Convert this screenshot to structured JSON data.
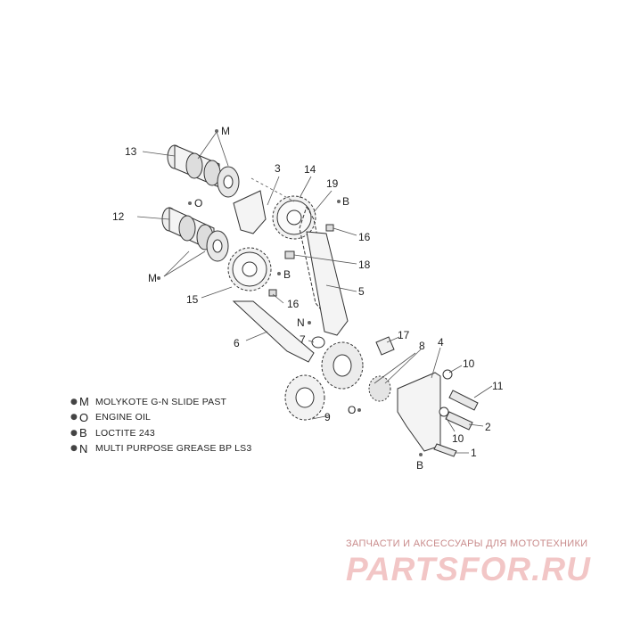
{
  "callouts": {
    "c1": "1",
    "c2": "2",
    "c3": "3",
    "c4": "4",
    "c5": "5",
    "c6": "6",
    "c7": "7",
    "c8": "8",
    "c9": "9",
    "c10a": "10",
    "c10b": "10",
    "c11": "11",
    "c12": "12",
    "c13": "13",
    "c14": "14",
    "c15": "15",
    "c16a": "16",
    "c16b": "16",
    "c17": "17",
    "c18": "18",
    "c19": "19"
  },
  "lube_marks": {
    "m_top": "M",
    "o_top": "O",
    "m_mid": "M",
    "b_16a": "B",
    "b_16b": "B",
    "n_7": "N",
    "o_8": "O",
    "b_1": "B"
  },
  "legend": [
    {
      "letter": "M",
      "text": "MOLYKOTE G-N SLIDE PAST"
    },
    {
      "letter": "O",
      "text": "ENGINE OIL"
    },
    {
      "letter": "B",
      "text": "LOCTITE 243"
    },
    {
      "letter": "N",
      "text": "MULTI PURPOSE GREASE BP LS3"
    }
  ],
  "watermark": {
    "subtitle": "ЗАПЧАСТИ И АКСЕССУАРЫ ДЛЯ МОТОТЕХНИКИ",
    "logo": "PARTSFOR.RU"
  },
  "colors": {
    "line": "#333333",
    "background": "#ffffff",
    "watermark": "#f2c6c6"
  }
}
